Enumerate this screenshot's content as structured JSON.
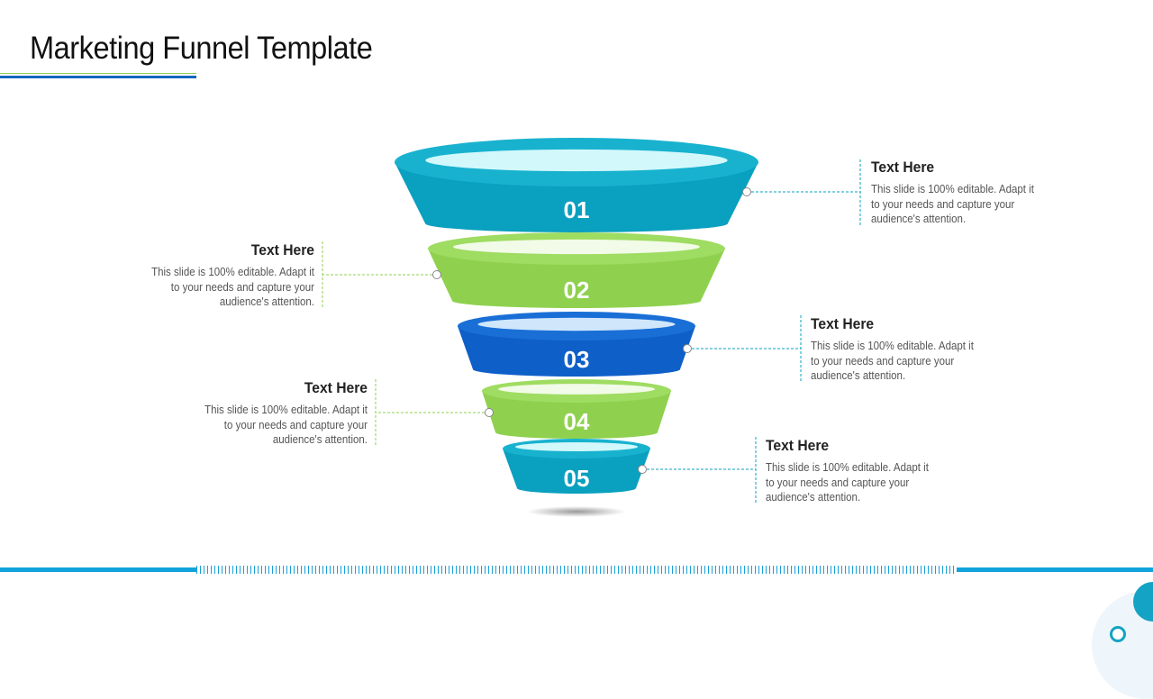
{
  "slide": {
    "title": "Marketing Funnel Template"
  },
  "colors": {
    "teal": "#0aa0bf",
    "green": "#8fd14f",
    "blue": "#0f5fc8",
    "accent_line": "#13a3dc"
  },
  "stages": [
    {
      "number": "01",
      "color": "teal",
      "heading": "Text Here",
      "body": "This slide is 100% editable. Adapt it to your needs and capture your audience's attention.",
      "side": "right"
    },
    {
      "number": "02",
      "color": "green",
      "heading": "Text Here",
      "body": "This slide is 100% editable. Adapt it to your needs and capture your audience's attention.",
      "side": "left"
    },
    {
      "number": "03",
      "color": "blue",
      "heading": "Text Here",
      "body": "This slide is 100% editable. Adapt it to your needs and capture your audience's attention.",
      "side": "right"
    },
    {
      "number": "04",
      "color": "green",
      "heading": "Text Here",
      "body": "This slide is 100% editable. Adapt it to your needs and capture your audience's attention.",
      "side": "left"
    },
    {
      "number": "05",
      "color": "teal",
      "heading": "Text Here",
      "body": "This slide is 100% editable. Adapt it to your needs and capture your audience's attention.",
      "side": "right"
    }
  ]
}
